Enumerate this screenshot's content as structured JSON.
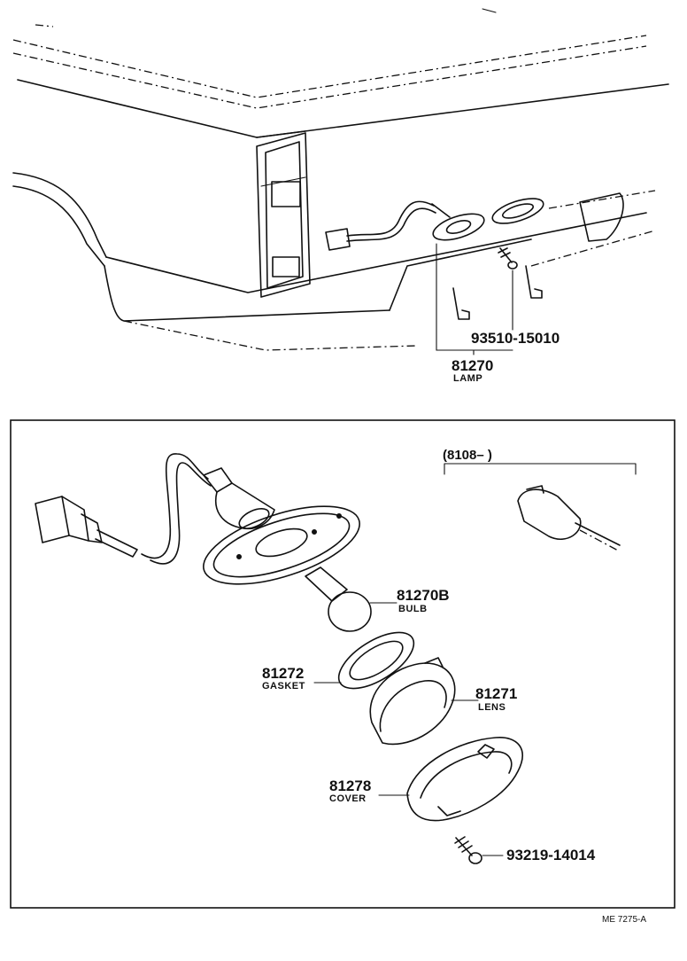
{
  "upper": {
    "screw_part": "93510-15010",
    "lamp_part": "81270",
    "lamp_name": "LAMP"
  },
  "detail": {
    "variant_label": "(8108–      )",
    "parts": [
      {
        "number": "81270B",
        "name": "BULB"
      },
      {
        "number": "81272",
        "name": "GASKET"
      },
      {
        "number": "81271",
        "name": "LENS"
      },
      {
        "number": "81278",
        "name": "COVER"
      }
    ],
    "screw_part": "93219-14014"
  },
  "footer": {
    "code": "ME 7275-A"
  }
}
